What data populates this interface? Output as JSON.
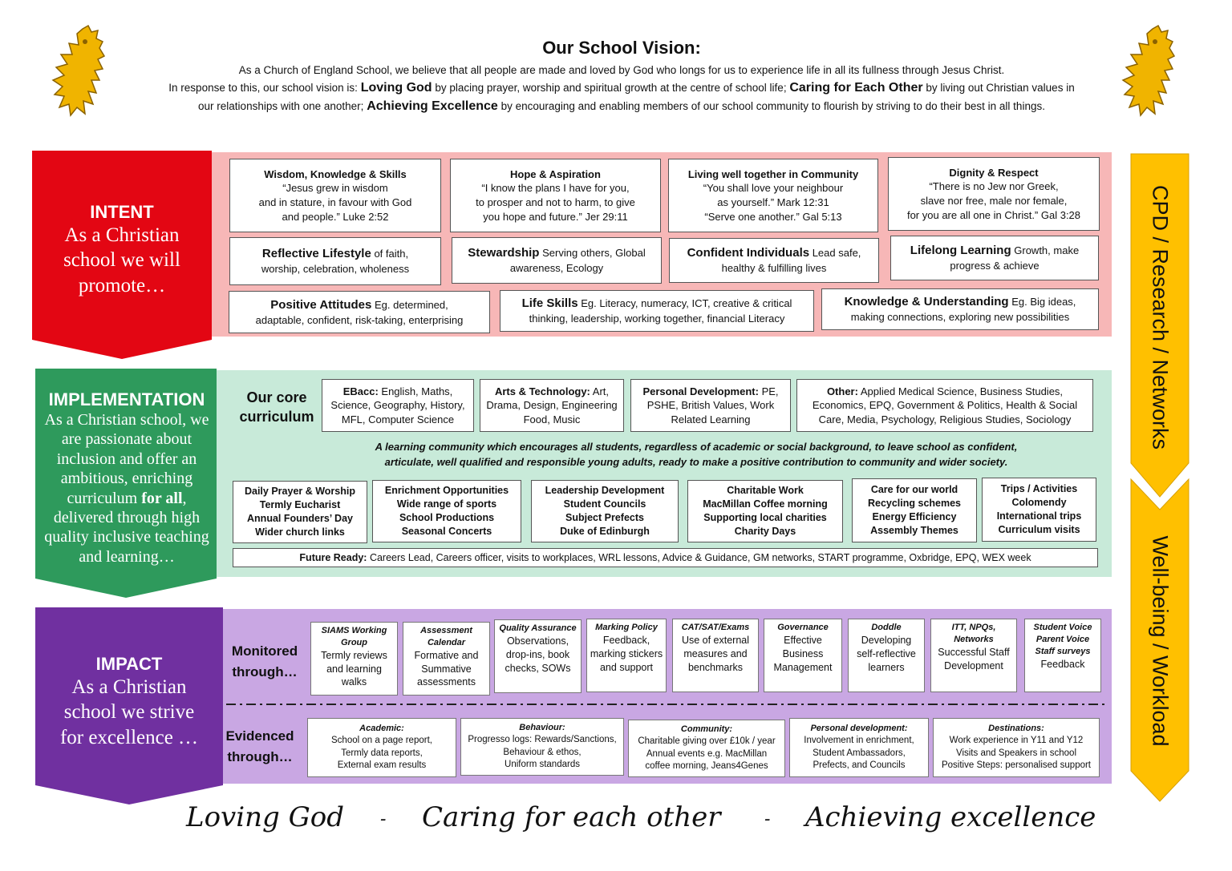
{
  "vision": {
    "title": "Our School Vision:",
    "line1": "As a Church of England School, we believe that all people are made and loved by God who longs for us to experience life in all its fullness through Jesus Christ.",
    "line2_pre": "In response to this, our school vision is:",
    "loving_god": "Loving God",
    "line2_a": "by placing prayer, worship and spiritual growth at the centre of school life;",
    "caring": "Caring for Each Other",
    "line2_b": "by living out Christian values in",
    "line3_a": "our relationships with one another;",
    "achieving": "Achieving Excellence",
    "line3_b": "by encouraging and enabling members of our school community to flourish by striving to do their best in all things."
  },
  "intent": {
    "head": "INTENT",
    "sub": "As a Christian school we will promote…",
    "color": "#e30613",
    "band_color": "#f7b7b7",
    "row1": [
      {
        "title": "Wisdom, Knowledge & Skills",
        "l1": "“Jesus grew in wisdom",
        "l2": "and in stature, in favour with God",
        "l3": "and people.” Luke 2:52"
      },
      {
        "title": "Hope & Aspiration",
        "l1": "“I know the plans I have for you,",
        "l2": "to prosper and not to harm, to give",
        "l3": "you hope and future.” Jer 29:11"
      },
      {
        "title": "Living well together in Community",
        "l1": "“You shall love your neighbour",
        "l2": "as yourself.” Mark 12:31",
        "l3": "“Serve one another.” Gal 5:13"
      },
      {
        "title": "Dignity & Respect",
        "l1": "“There is no Jew nor Greek,",
        "l2": "slave nor free, male nor female,",
        "l3": "for you are all one in Christ.” Gal 3:28"
      }
    ],
    "row2": [
      {
        "title": "Reflective Lifestyle",
        "t1": "of faith,",
        "t2": "worship, celebration, wholeness"
      },
      {
        "title": "Stewardship",
        "t1": "Serving others, Global",
        "t2": "awareness, Ecology"
      },
      {
        "title": "Confident Individuals",
        "t1": "Lead safe,",
        "t2": "healthy & fulfilling lives"
      },
      {
        "title": "Lifelong Learning",
        "t1": "Growth, make",
        "t2": "progress & achieve"
      }
    ],
    "row3": [
      {
        "title": "Positive Attitudes",
        "t1": "Eg. determined,",
        "t2": "adaptable, confident, risk-taking, enterprising"
      },
      {
        "title": "Life Skills",
        "t1": "Eg. Literacy, numeracy, ICT, creative & critical",
        "t2": "thinking, leadership, working together, financial Literacy"
      },
      {
        "title": "Knowledge & Understanding",
        "t1": "Eg. Big ideas,",
        "t2": "making connections, exploring new possibilities"
      }
    ]
  },
  "implementation": {
    "head": "IMPLEMENTATION",
    "sub_a": "As a Christian school, we are passionate about inclusion and offer an ambitious, enriching curriculum",
    "sub_bold": "for all",
    "sub_b": ", delivered through high quality inclusive teaching and learning…",
    "color": "#2e9a5c",
    "band_color": "#c8ead9",
    "core_label": "Our core curriculum",
    "core": [
      {
        "title": "EBacc:",
        "t1": "English, Maths,",
        "t2": "Science, Geography, History,",
        "t3": "MFL, Computer Science"
      },
      {
        "title": "Arts & Technology:",
        "t1": "Art,",
        "t2": "Drama, Design, Engineering",
        "t3": "Food, Music"
      },
      {
        "title": "Personal Development:",
        "t1": "PE,",
        "t2": "PSHE, British Values, Work",
        "t3": "Related Learning"
      },
      {
        "title": "Other:",
        "t1": "Applied Medical Science, Business Studies,",
        "t2": "Economics, EPQ, Government & Politics, Health & Social",
        "t3": "Care, Media, Psychology, Religious Studies, Sociology"
      }
    ],
    "statement1": "A learning community which encourages all students, regardless of academic or social background, to leave school as confident,",
    "statement2": "articulate, well qualified and responsible young adults, ready to make a positive contribution to community and wider society.",
    "activities": [
      [
        "Daily Prayer & Worship",
        "Termly Eucharist",
        "Annual Founders’ Day",
        "Wider church links"
      ],
      [
        "Enrichment Opportunities",
        "Wide range of sports",
        "School Productions",
        "Seasonal Concerts"
      ],
      [
        "Leadership Development",
        "Student Councils",
        "Subject Prefects",
        "Duke of Edinburgh"
      ],
      [
        "Charitable Work",
        "MacMillan Coffee morning",
        "Supporting local charities",
        "Charity Days"
      ],
      [
        "Care for our world",
        "Recycling schemes",
        "Energy Efficiency",
        "Assembly Themes"
      ],
      [
        "Trips / Activities",
        "Colomendy",
        "International trips",
        "Curriculum visits"
      ]
    ],
    "future_label": "Future Ready:",
    "future_text": "Careers Lead, Careers officer, visits to workplaces, WRL lessons, Advice & Guidance, GM networks, START programme, Oxbridge, EPQ, WEX week"
  },
  "impact": {
    "head": "IMPACT",
    "sub": "As a Christian school we strive for excellence …",
    "color": "#7030a0",
    "band_color": "#c9a7e3",
    "monitored_label": "Monitored through…",
    "evidenced_label": "Evidenced through…",
    "monitored": [
      {
        "title": "SIAMS Working Group",
        "text": "Termly reviews and learning walks"
      },
      {
        "title": "Assessment Calendar",
        "text": "Formative and Summative assessments"
      },
      {
        "title": "Quality Assurance",
        "text": "Observations, drop-ins, book checks, SOWs"
      },
      {
        "title": "Marking Policy",
        "text": "Feedback, marking stickers and support"
      },
      {
        "title": "CAT/SAT/Exams",
        "text": "Use of external measures and benchmarks"
      },
      {
        "title": "Governance",
        "text": "Effective Business Management"
      },
      {
        "title": "Doddle",
        "text": "Developing self-reflective learners"
      },
      {
        "title": "ITT, NPQs, Networks",
        "text": "Successful Staff Development"
      },
      {
        "title": "Student Voice Parent Voice Staff surveys",
        "text": "Feedback"
      }
    ],
    "evidenced": [
      {
        "title": "Academic:",
        "l1": "School on a page report,",
        "l2": "Termly data reports,",
        "l3": "External exam results"
      },
      {
        "title": "Behaviour:",
        "l1": "Progresso logs: Rewards/Sanctions,",
        "l2": "Behaviour & ethos,",
        "l3": "Uniform standards"
      },
      {
        "title": "Community:",
        "l1": "Charitable giving over £10k / year",
        "l2": "Annual events e.g. MacMillan",
        "l3": "coffee morning, Jeans4Genes"
      },
      {
        "title": "Personal development:",
        "l1": "Involvement in enrichment,",
        "l2": "Student Ambassadors,",
        "l3": "Prefects, and Councils"
      },
      {
        "title": "Destinations:",
        "l1": "Work experience in Y11 and Y12",
        "l2": "Visits and Speakers in school",
        "l3": "Positive Steps: personalised support"
      }
    ]
  },
  "right_arrows": {
    "top": "CPD / Research / Networks",
    "bottom": "Well-being / Workload",
    "color": "#ffc000"
  },
  "footer": {
    "w1": "Loving God",
    "sep1": "-",
    "w2": "Caring for each other",
    "sep2": "-",
    "w3": "Achieving excellence"
  },
  "icons": {
    "left": "lion-rampant-icon",
    "right": "lion-rampant-icon"
  }
}
